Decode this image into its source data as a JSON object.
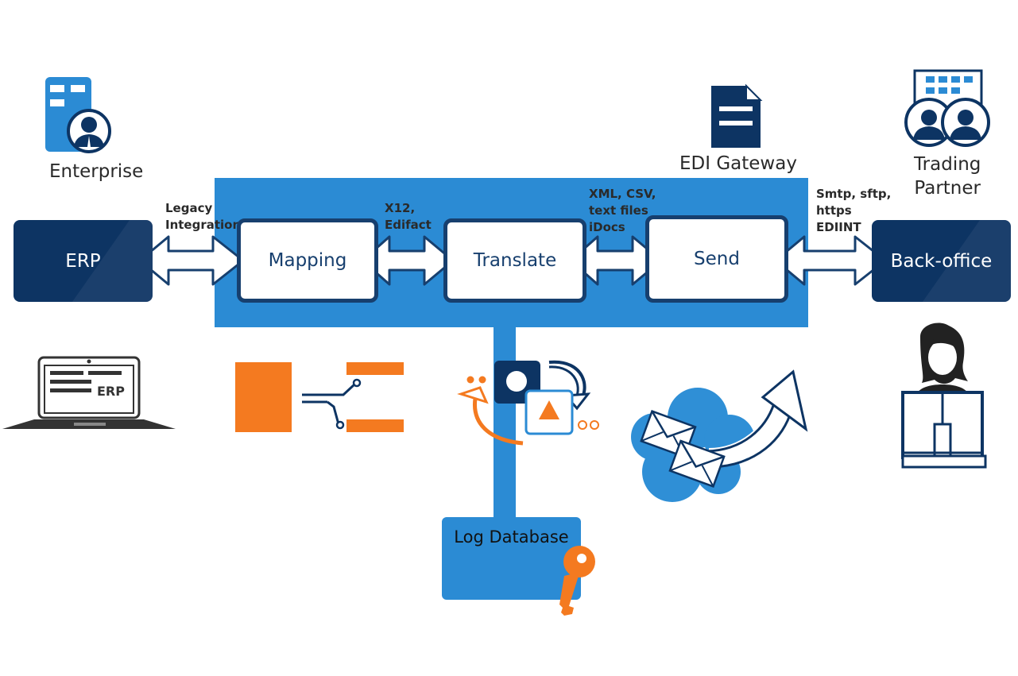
{
  "labels": {
    "enterprise": "Enterprise",
    "edi_gateway": "EDI Gateway",
    "trading_partner": "Trading\nPartner",
    "legacy": "Legacy\nIntegration",
    "x12": "X12,\nEdifact",
    "xml": "XML, CSV,\ntext files\niDocs",
    "smtp": "Smtp, sftp,\nhttps\nEDIINT"
  },
  "stages": {
    "erp": "ERP",
    "mapping": "Mapping",
    "translate": "Translate",
    "send": "Send",
    "backoffice": "Back-office"
  },
  "laptop_text": "ERP",
  "log_database": "Log Database",
  "icons": [
    "enterprise-building-icon",
    "edi-document-icon",
    "trading-partner-building-icon",
    "laptop-erp-icon",
    "mapping-icon",
    "translate-icon",
    "envelope-cloud-icon",
    "operator-workstation-icon",
    "key-icon"
  ],
  "colors": {
    "gateway_blue": "#2b8bd4",
    "navy": "#0d3463",
    "dark_border": "#173f6e",
    "orange": "#f47a20",
    "cloud_blue": "#2f8fd6"
  }
}
